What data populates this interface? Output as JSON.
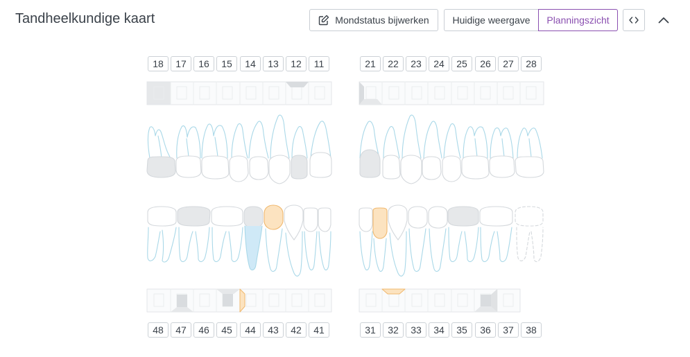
{
  "header": {
    "title": "Tandheelkundige kaart",
    "mondstatus_label": "Mondstatus bijwerken",
    "view_current_label": "Huidige weergave",
    "view_planning_label": "Planningszicht",
    "active_view": "Planningszicht"
  },
  "colors": {
    "accent": "#8a4fb0",
    "root_outline": "#a9d8e8",
    "crown_outline": "#d4d8dc",
    "gray_fill": "#e6e8ea",
    "planned_fill": "#fce3c0",
    "planned_outline": "#f0b86e",
    "root_canal_fill": "#cfe9f7"
  },
  "upper_right": [
    "18",
    "17",
    "16",
    "15",
    "14",
    "13",
    "12",
    "11"
  ],
  "upper_left": [
    "21",
    "22",
    "23",
    "24",
    "25",
    "26",
    "27",
    "28"
  ],
  "lower_right": [
    "48",
    "47",
    "46",
    "45",
    "44",
    "43",
    "42",
    "41"
  ],
  "lower_left": [
    "31",
    "32",
    "33",
    "34",
    "35",
    "36",
    "37",
    "38"
  ]
}
